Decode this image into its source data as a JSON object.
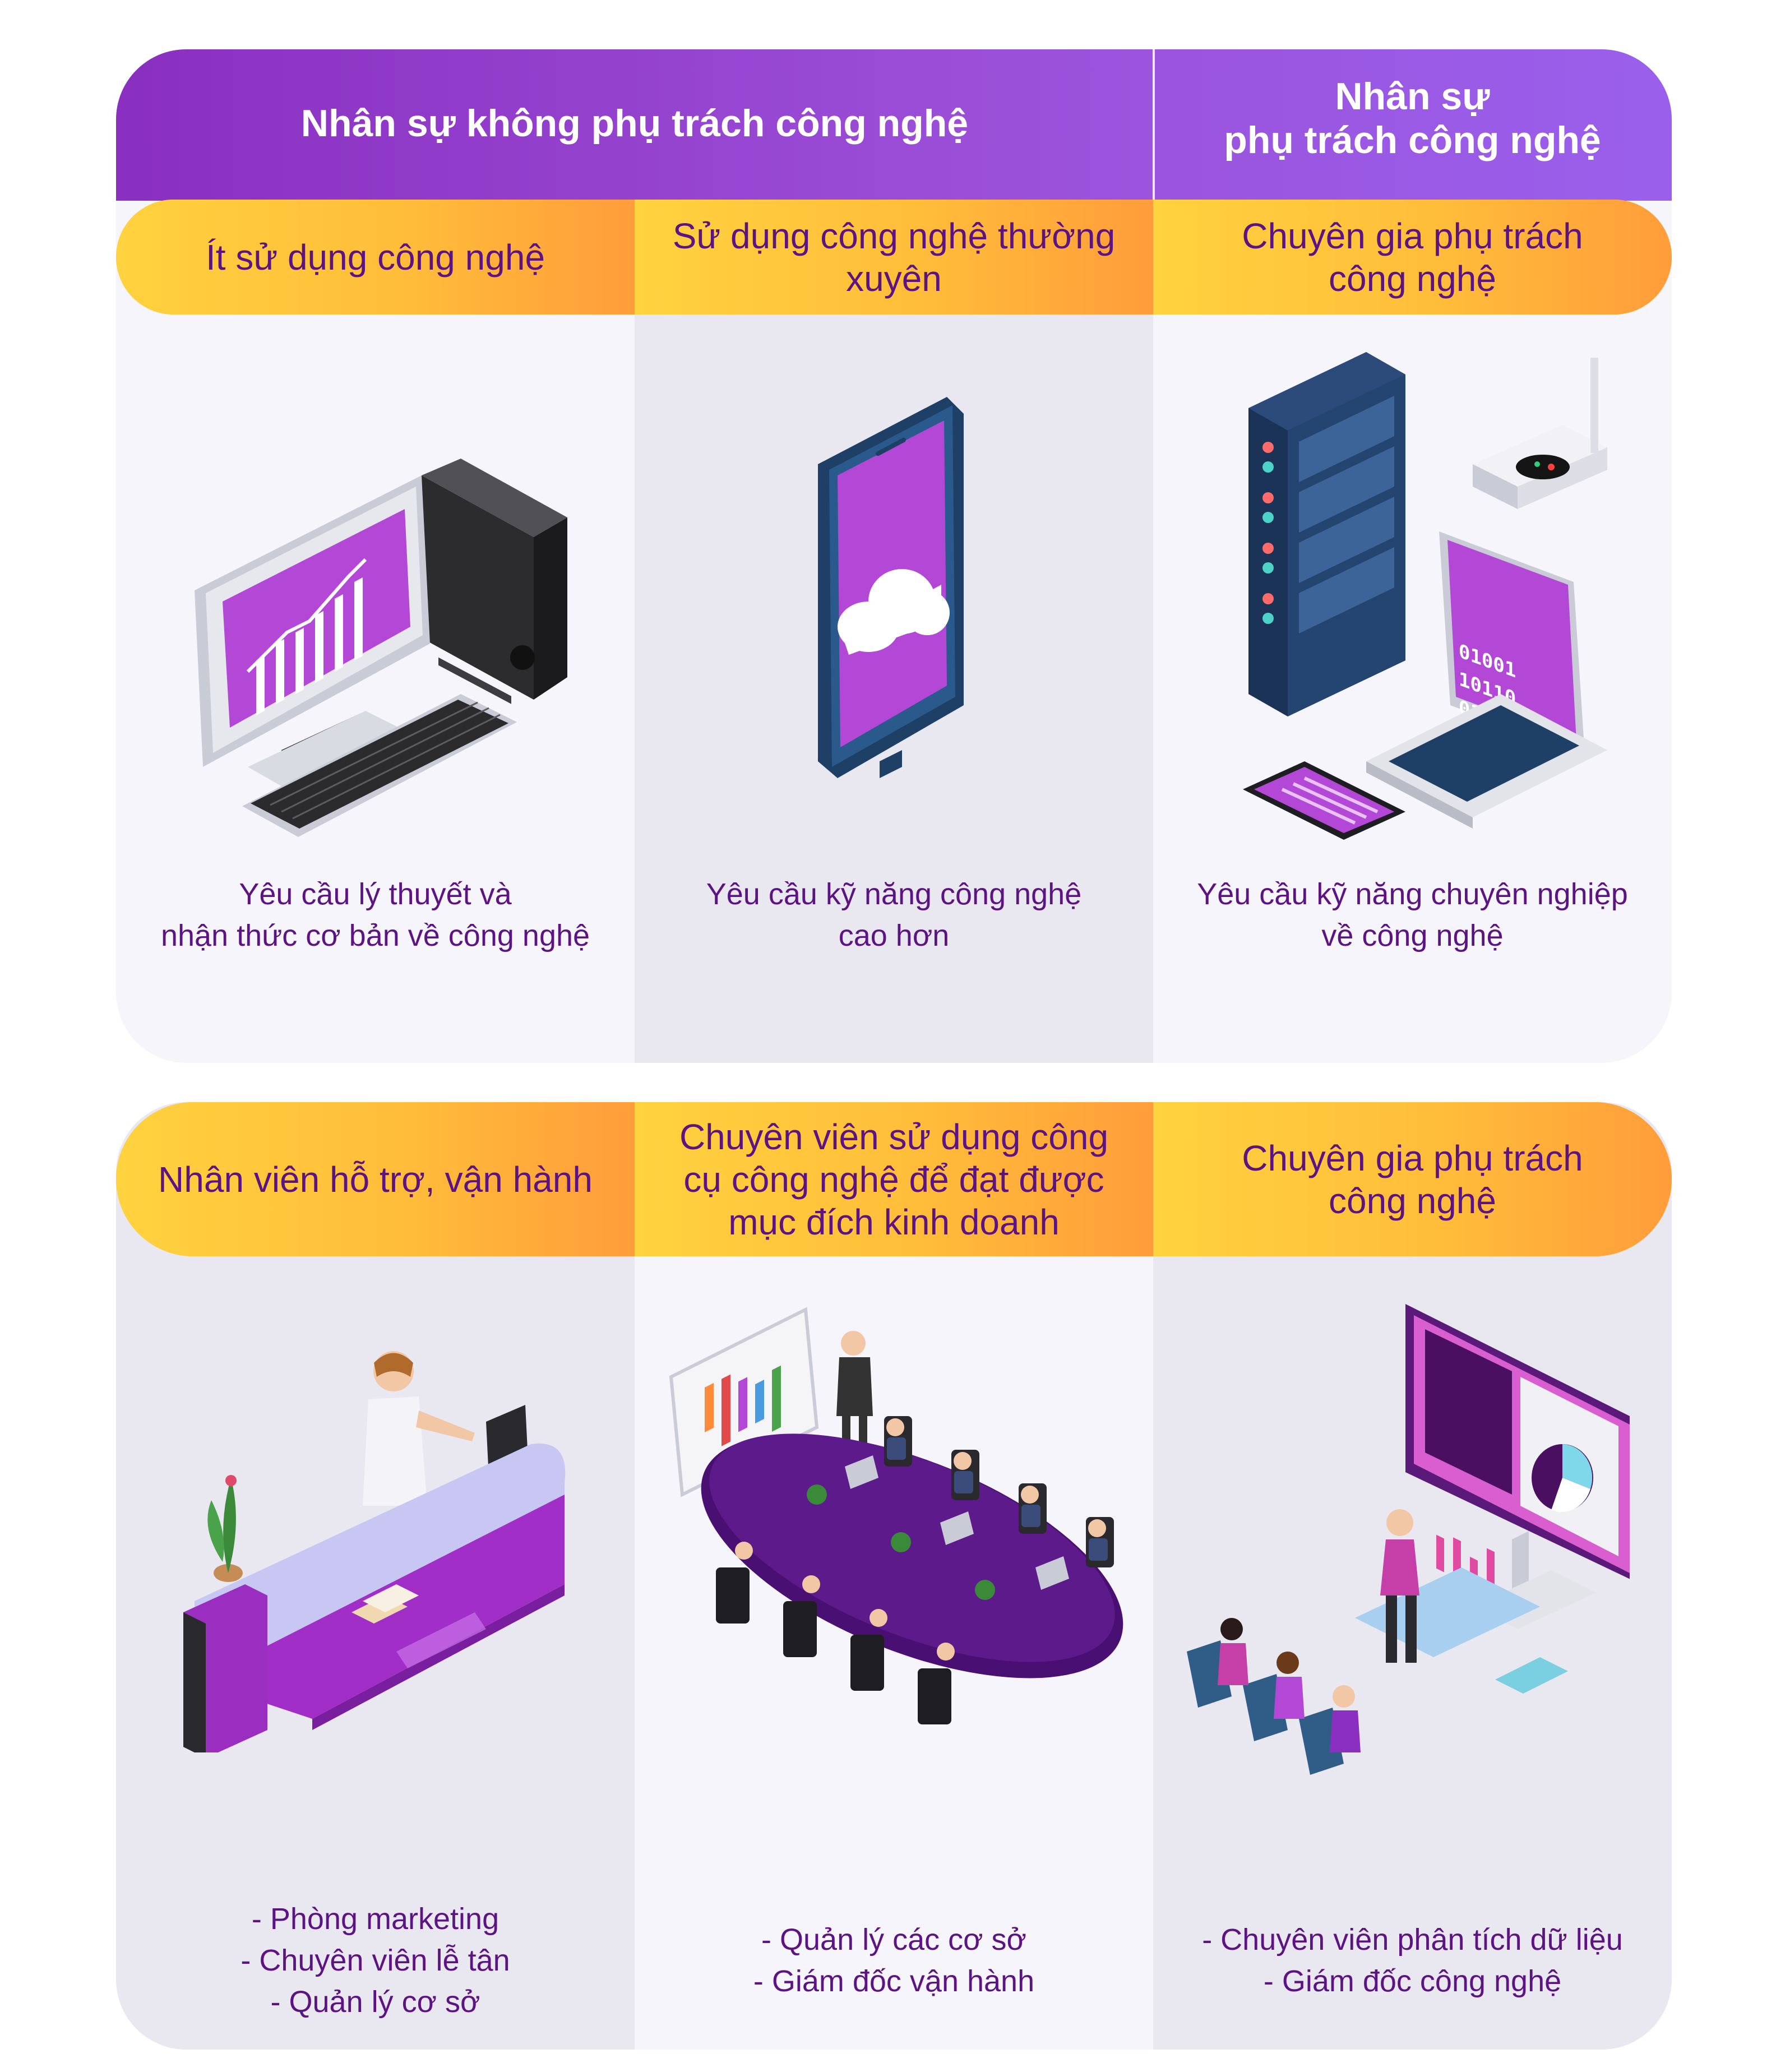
{
  "top_section": {
    "header_left": "Nhân sự không phụ trách công nghệ",
    "header_right_line1": "Nhân sự",
    "header_right_line2": "phụ trách công nghệ",
    "columns": [
      {
        "title_lines": [
          "Ít sử dụng công nghệ"
        ],
        "illustration": "desktop-computer-icon",
        "caption_lines": [
          "Yêu cầu lý thuyết và",
          "nhận thức cơ bản về công nghệ"
        ]
      },
      {
        "title_lines": [
          "Sử dụng công nghệ thường",
          "xuyên"
        ],
        "illustration": "smartphone-cloud-icon",
        "caption_lines": [
          "Yêu cầu kỹ năng công nghệ",
          "cao hơn"
        ]
      },
      {
        "title_lines": [
          "Chuyên gia phụ trách",
          "công nghệ"
        ],
        "illustration": "server-laptop-router-icon",
        "caption_lines": [
          "Yêu cầu kỹ năng chuyên nghiệp",
          "về công nghệ"
        ]
      }
    ]
  },
  "bottom_section": {
    "columns": [
      {
        "title_lines": [
          "Nhân viên hỗ trợ, vận hành"
        ],
        "illustration": "reception-desk-icon",
        "caption_lines": [
          "- Phòng marketing",
          "- Chuyên viên lễ tân",
          "- Quản lý cơ sở"
        ]
      },
      {
        "title_lines": [
          "Chuyên viên sử dụng công",
          "cụ công nghệ để đạt được",
          "mục đích kinh doanh"
        ],
        "illustration": "meeting-room-icon",
        "caption_lines": [
          "- Quản lý các cơ sở",
          "- Giám đốc vận hành"
        ]
      },
      {
        "title_lines": [
          "Chuyên gia phụ trách",
          "công nghệ"
        ],
        "illustration": "data-analysis-presentation-icon",
        "caption_lines": [
          "- Chuyên viên phân tích dữ liệu",
          "- Giám đốc công nghệ"
        ]
      }
    ]
  },
  "colors": {
    "header_purple": "#8a2fc0",
    "strip_yellow": "#ffd23f",
    "strip_orange": "#ff9d3b",
    "text_purple": "#5b1482",
    "panel_light": "#f6f5fb",
    "panel_gray": "#e9e7ef",
    "accent_magenta": "#b448d6"
  }
}
